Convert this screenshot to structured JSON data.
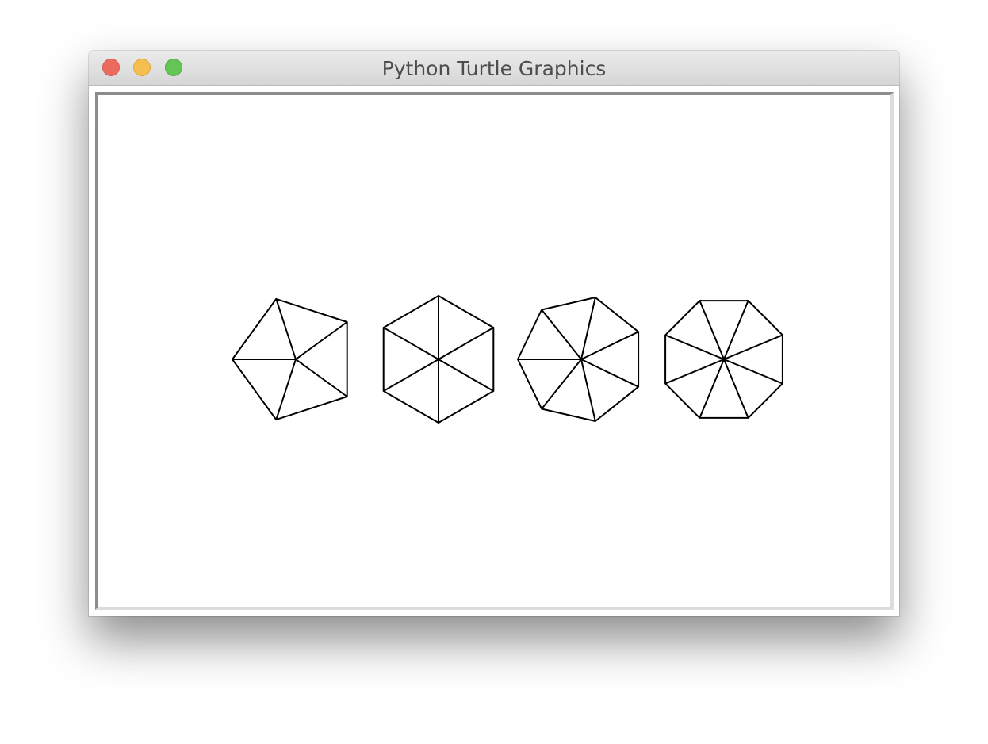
{
  "window": {
    "title": "Python Turtle Graphics"
  },
  "controls": {
    "close_icon": "close-icon",
    "minimize_icon": "minimize-icon",
    "maximize_icon": "maximize-icon"
  },
  "canvas": {
    "background": "#ffffff",
    "stroke": "#000000",
    "polygons": [
      {
        "sides": 5,
        "label": "pentagon"
      },
      {
        "sides": 6,
        "label": "hexagon"
      },
      {
        "sides": 7,
        "label": "heptagon"
      },
      {
        "sides": 8,
        "label": "octagon"
      }
    ]
  },
  "colors": {
    "close": "#ed6a5e",
    "minimize": "#f5bf4f",
    "maximize": "#62c554",
    "titlebar_text": "#4d4d4d"
  }
}
